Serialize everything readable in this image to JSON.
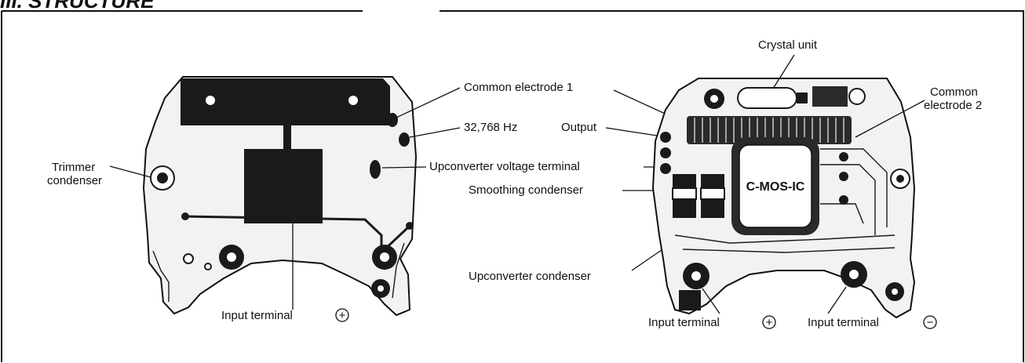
{
  "heading": "III. STRUCTURE",
  "left_board": {
    "labels": {
      "trimmer": [
        "Trimmer",
        "condenser"
      ],
      "input_plus": "Input terminal"
    }
  },
  "center_labels": {
    "common_electrode_1": "Common electrode 1",
    "frequency": "32,768 Hz",
    "output": "Output",
    "upconverter_voltage_terminal": "Upconverter voltage terminal",
    "smoothing_condenser": "Smoothing condenser",
    "upconverter_condenser": "Upconverter condenser"
  },
  "right_board": {
    "labels": {
      "crystal_unit": "Crystal unit",
      "common_electrode_2": [
        "Common",
        "electrode 2"
      ],
      "ic": "C-MOS-IC",
      "input_plus": "Input terminal",
      "input_minus": "Input terminal"
    }
  },
  "symbols": {
    "plus": "+",
    "minus": "−"
  }
}
